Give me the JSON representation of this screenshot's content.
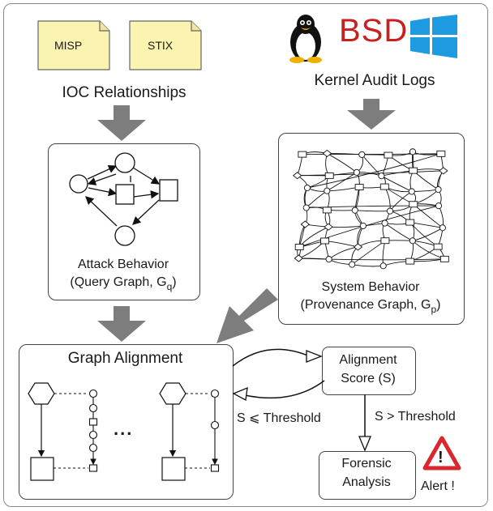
{
  "sources": {
    "doc1": "MISP",
    "doc2": "STIX",
    "ioc_caption": "IOC Relationships",
    "os_bsd": "BSD",
    "kernel_caption": "Kernel Audit Logs"
  },
  "attack": {
    "line1": "Attack Behavior",
    "line2": "(Query Graph, G",
    "line2_sub": "q",
    "line2_end": ")"
  },
  "system": {
    "line1": "System Behavior",
    "line2": "(Provenance Graph, G",
    "line2_sub": "p",
    "line2_end": ")"
  },
  "alignment": {
    "title": "Graph Alignment",
    "ellipsis": "..."
  },
  "score": {
    "line1": "Alignment",
    "line2": "Score (S)"
  },
  "thresholds": {
    "below": "S ⩽ Threshold",
    "above": "S > Threshold"
  },
  "forensic": {
    "line1": "Forensic",
    "line2": "Analysis"
  },
  "alert": {
    "label": "Alert !",
    "symbol": "!"
  },
  "colors": {
    "doc_fill": "#fbf3b0",
    "arrow_fill": "#7d7d7d",
    "alert_red": "#d8272d",
    "bsd_red": "#c8201f",
    "windows_blue": "#1e9be0"
  }
}
